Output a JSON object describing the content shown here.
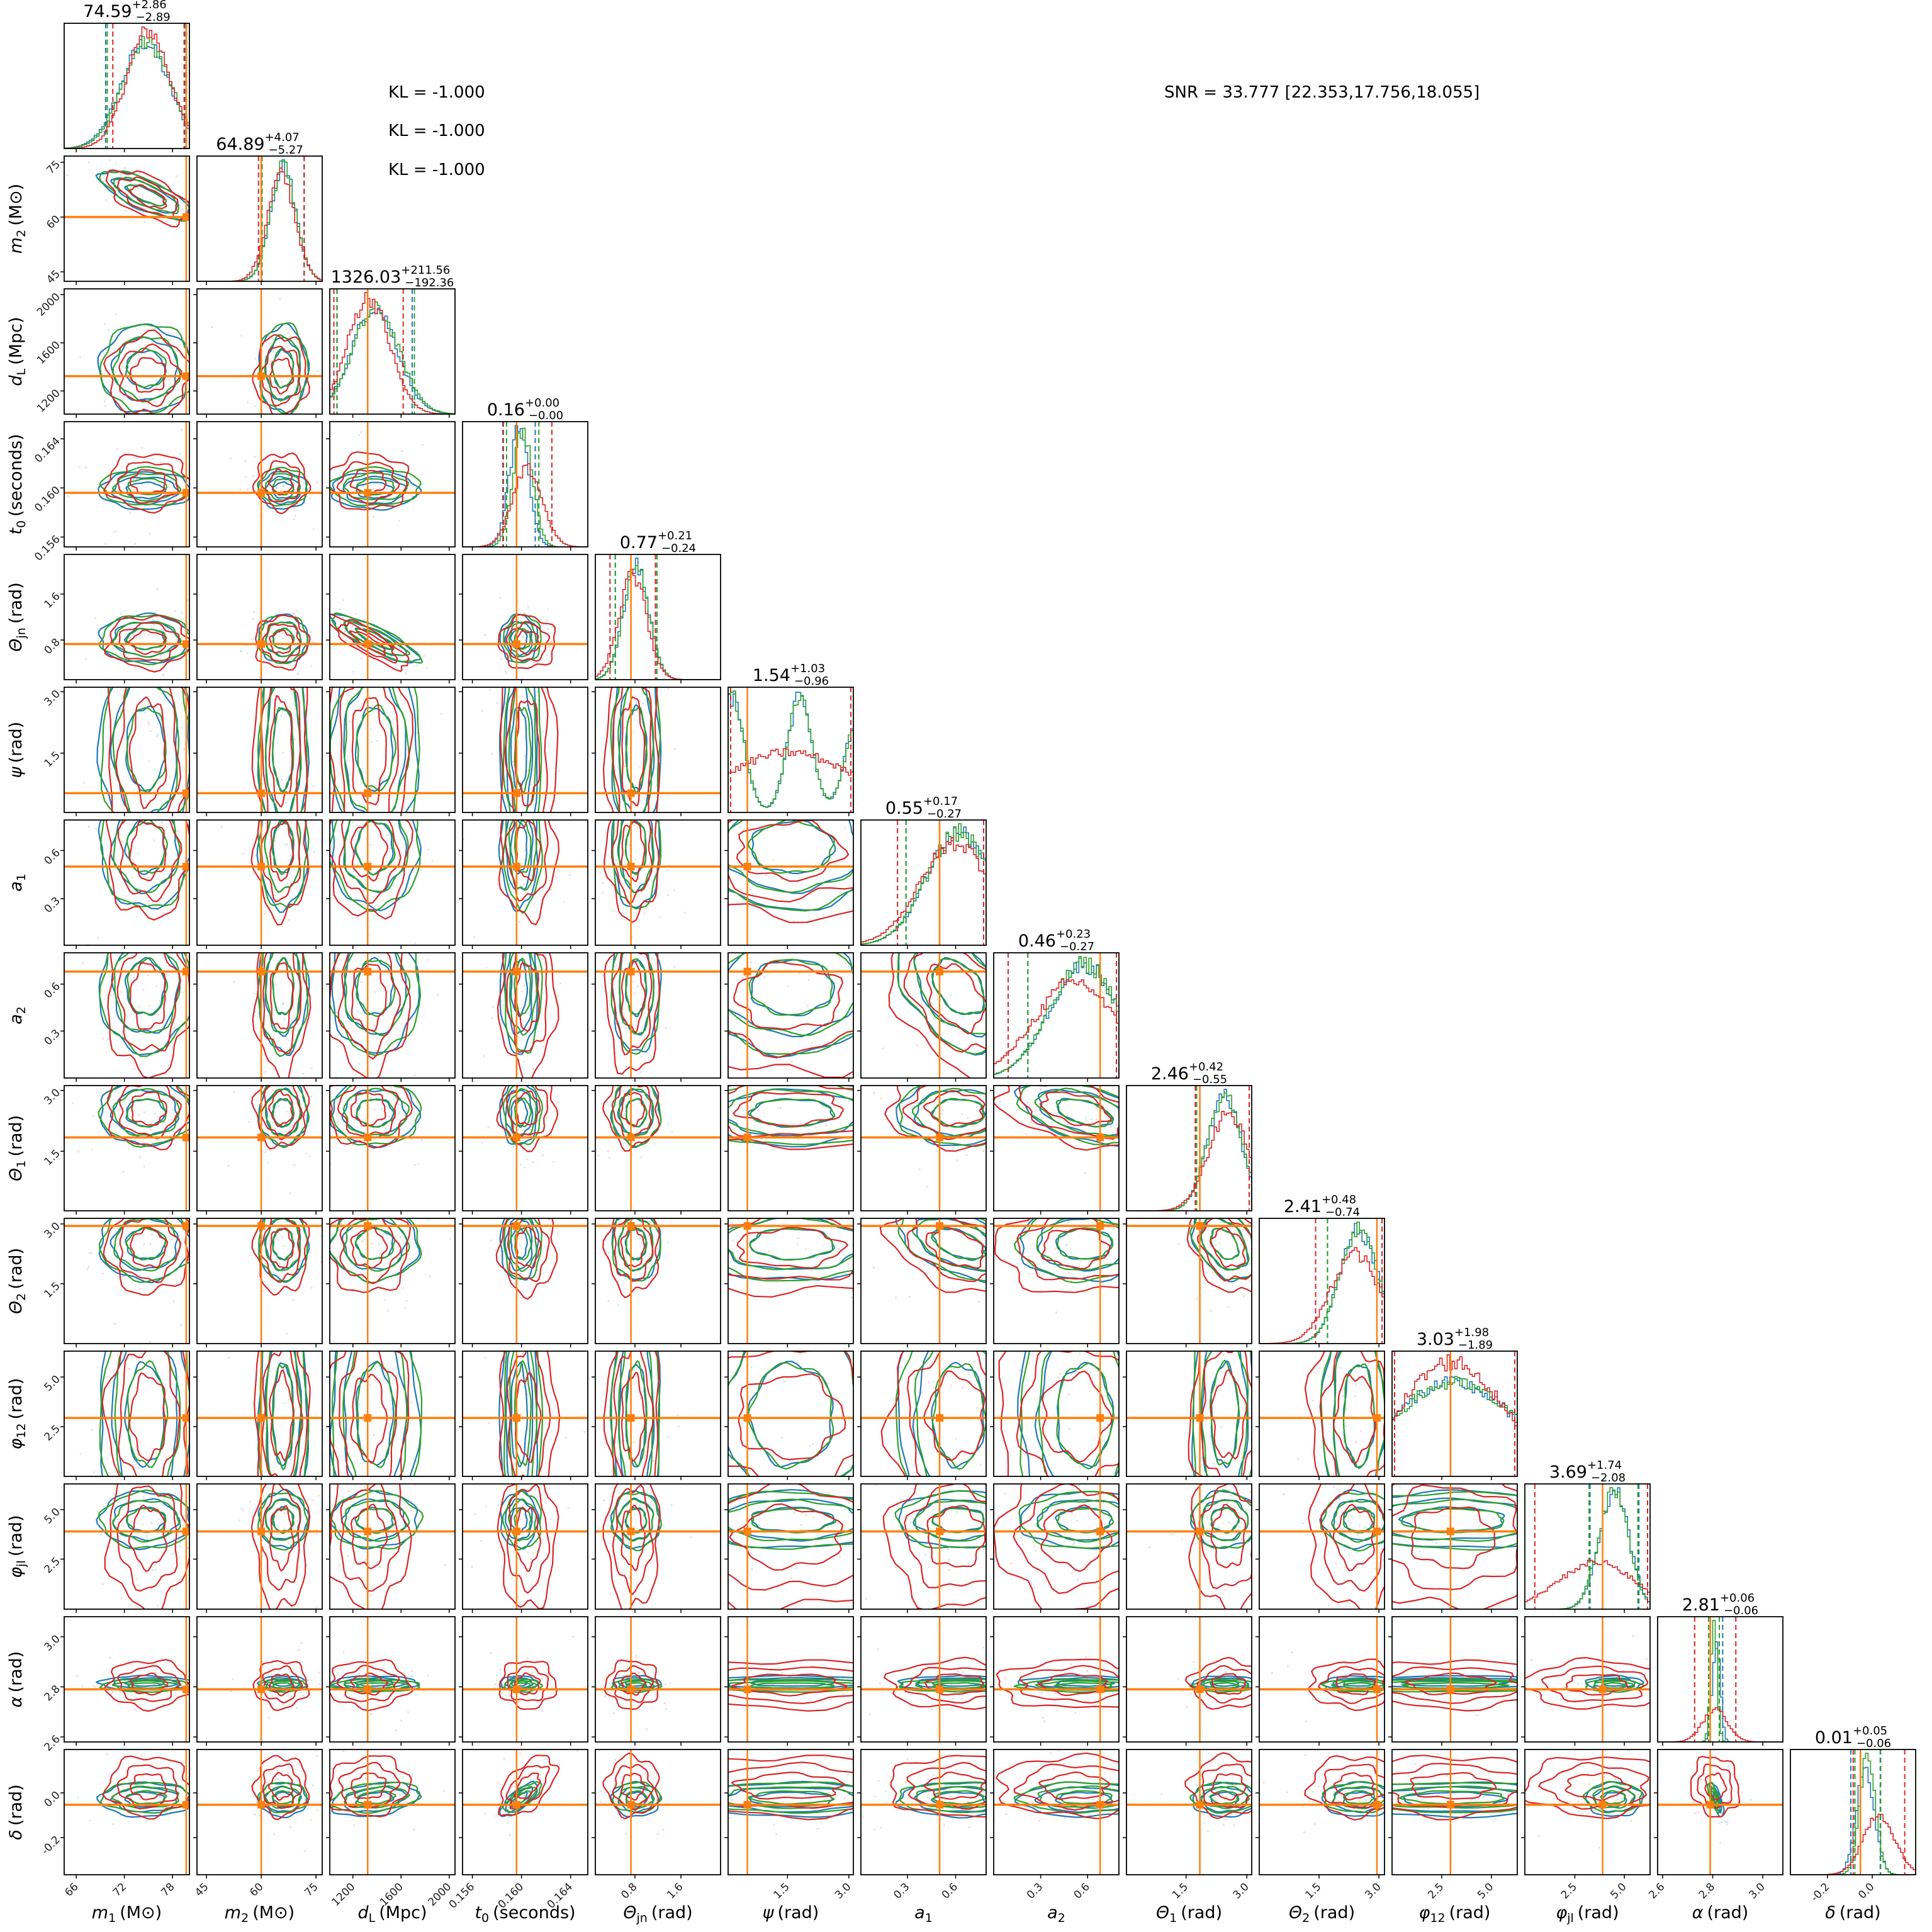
{
  "chart_data": {
    "type": "corner",
    "annotations": {
      "kl": [
        "KL = -1.000",
        "KL = -1.000",
        "KL = -1.000"
      ],
      "snr": "SNR = 33.777 [22.353,17.756,18.055]"
    },
    "series": [
      {
        "color": "#1f77b4"
      },
      {
        "color": "#2ca02c"
      },
      {
        "color": "#d62728"
      }
    ],
    "truth_color": "#ff7f0e",
    "parameters": [
      {
        "sym": "m",
        "sub": "1",
        "unit": "(M⊙)",
        "range": [
          64.5,
          80.1
        ],
        "ticks": [
          "66",
          "72",
          "78"
        ],
        "truth": 79.7,
        "title": {
          "value": "74.59",
          "plus": "+2.86",
          "minus": "−2.89"
        },
        "dist": [
          [
            [
              74.6,
              3.0,
              1
            ]
          ],
          [
            [
              74.8,
              3.0,
              1
            ]
          ],
          [
            [
              75.0,
              2.7,
              1
            ]
          ]
        ]
      },
      {
        "sym": "m",
        "sub": "2",
        "unit": "(M⊙)",
        "range": [
          42.4,
          76.7
        ],
        "ticks": [
          "45",
          "60",
          "75"
        ],
        "truth": 60,
        "title": {
          "value": "64.89",
          "plus": "+4.07",
          "minus": "−5.27"
        },
        "dist": [
          [
            [
              66.0,
              3.5,
              1
            ]
          ],
          [
            [
              66.0,
              3.5,
              1
            ]
          ],
          [
            [
              65.5,
              3.8,
              1
            ]
          ]
        ]
      },
      {
        "sym": "d",
        "sub": "L",
        "unit": "(Mpc)",
        "range": [
          1008,
          2048
        ],
        "ticks": [
          "1200",
          "1600",
          "2000"
        ],
        "truth": 1323,
        "title": {
          "value": "1326.03",
          "plus": "+211.56",
          "minus": "−192.36"
        },
        "dist": [
          [
            [
              1380,
              190,
              1
            ]
          ],
          [
            [
              1390,
              195,
              1
            ]
          ],
          [
            [
              1330,
              175,
              1
            ]
          ]
        ]
      },
      {
        "sym": "t",
        "sub": "0",
        "unit": "(seconds)",
        "range": [
          0.1552,
          0.1654
        ],
        "ticks": [
          "0.156",
          "0.160",
          "0.164"
        ],
        "truth": 0.1596,
        "title": {
          "value": "0.16",
          "plus": "+0.00",
          "minus": "−0.00"
        },
        "dist": [
          [
            [
              0.1598,
              0.0008,
              1
            ]
          ],
          [
            [
              0.1601,
              0.0008,
              1
            ]
          ],
          [
            [
              0.1605,
              0.0012,
              1
            ]
          ]
        ]
      },
      {
        "sym": "Θ",
        "sub": "jn",
        "unit": "(rad)",
        "range": [
          0.11,
          2.29
        ],
        "ticks": [
          "0.8",
          "1.6"
        ],
        "truth": 0.73,
        "title": {
          "value": "0.77",
          "plus": "+0.21",
          "minus": "−0.24"
        },
        "dist": [
          [
            [
              0.82,
              0.22,
              1
            ]
          ],
          [
            [
              0.82,
              0.22,
              1
            ]
          ],
          [
            [
              0.76,
              0.24,
              1
            ]
          ]
        ]
      },
      {
        "sym": "ψ",
        "sub": "",
        "unit": "(rad)",
        "range": [
          0.05,
          3.11
        ],
        "ticks": [
          "1.5",
          "3.0"
        ],
        "truth": 0.52,
        "title": {
          "value": "1.54",
          "plus": "+1.03",
          "minus": "−0.96"
        },
        "dist": [
          [
            [
              0.15,
              0.3,
              1
            ],
            [
              1.8,
              0.3,
              1
            ],
            [
              3.2,
              0.3,
              0.8
            ]
          ],
          [
            [
              0.15,
              0.3,
              1
            ],
            [
              1.8,
              0.3,
              1
            ],
            [
              3.2,
              0.3,
              0.8
            ]
          ],
          [
            [
              1.55,
              1.6,
              1
            ]
          ]
        ]
      },
      {
        "sym": "a",
        "sub": "1",
        "unit": "",
        "range": [
          0.01,
          0.79
        ],
        "ticks": [
          "0.3",
          "0.6"
        ],
        "truth": 0.5,
        "title": {
          "value": "0.55",
          "plus": "+0.17",
          "minus": "−0.27"
        },
        "dist": [
          [
            [
              0.62,
              0.2,
              1
            ]
          ],
          [
            [
              0.62,
              0.2,
              1
            ]
          ],
          [
            [
              0.6,
              0.22,
              1
            ]
          ]
        ]
      },
      {
        "sym": "a",
        "sub": "2",
        "unit": "",
        "range": [
          0.0,
          0.8
        ],
        "ticks": [
          "0.3",
          "0.6"
        ],
        "truth": 0.68,
        "title": {
          "value": "0.46",
          "plus": "+0.23",
          "minus": "−0.27"
        },
        "dist": [
          [
            [
              0.58,
              0.22,
              1
            ]
          ],
          [
            [
              0.58,
              0.22,
              1
            ]
          ],
          [
            [
              0.52,
              0.26,
              1
            ]
          ]
        ]
      },
      {
        "sym": "Θ",
        "sub": "1",
        "unit": "(rad)",
        "range": [
          0.03,
          3.12
        ],
        "ticks": [
          "1.5",
          "3.0"
        ],
        "truth": 1.84,
        "title": {
          "value": "2.46",
          "plus": "+0.42",
          "minus": "−0.55"
        },
        "dist": [
          [
            [
              2.45,
              0.42,
              1
            ]
          ],
          [
            [
              2.45,
              0.42,
              1
            ]
          ],
          [
            [
              2.55,
              0.5,
              1
            ]
          ]
        ]
      },
      {
        "sym": "Θ",
        "sub": "2",
        "unit": "(rad)",
        "range": [
          0.0,
          3.14
        ],
        "ticks": [
          "1.5",
          "3.0"
        ],
        "truth": 2.95,
        "title": {
          "value": "2.41",
          "plus": "+0.48",
          "minus": "−0.74"
        },
        "dist": [
          [
            [
              2.5,
              0.48,
              1
            ]
          ],
          [
            [
              2.5,
              0.48,
              1
            ]
          ],
          [
            [
              2.4,
              0.6,
              1
            ]
          ]
        ]
      },
      {
        "sym": "φ",
        "sub": "12",
        "unit": "(rad)",
        "range": [
          0.0,
          6.3
        ],
        "ticks": [
          "2.5",
          "5.0"
        ],
        "truth": 2.94,
        "title": {
          "value": "3.03",
          "plus": "+1.98",
          "minus": "−1.89"
        },
        "dist": [
          [
            [
              3.1,
              3.2,
              1
            ]
          ],
          [
            [
              3.1,
              3.2,
              1
            ]
          ],
          [
            [
              3.0,
              2.6,
              1
            ]
          ]
        ]
      },
      {
        "sym": "φ",
        "sub": "jl",
        "unit": "(rad)",
        "range": [
          -0.03,
          6.3
        ],
        "ticks": [
          "2.5",
          "5.0"
        ],
        "truth": 3.9,
        "title": {
          "value": "3.69",
          "plus": "+1.74",
          "minus": "−2.08"
        },
        "dist": [
          [
            [
              4.5,
              0.75,
              1
            ]
          ],
          [
            [
              4.45,
              0.75,
              1
            ]
          ],
          [
            [
              3.6,
              1.9,
              1
            ]
          ]
        ]
      },
      {
        "sym": "α",
        "sub": "",
        "unit": "(rad)",
        "range": [
          2.58,
          3.08
        ],
        "ticks": [
          "2.6",
          "2.8",
          "3.0"
        ],
        "truth": 2.79,
        "title": {
          "value": "2.81",
          "plus": "+0.06",
          "minus": "−0.06"
        },
        "dist": [
          [
            [
              2.815,
              0.015,
              1
            ]
          ],
          [
            [
              2.805,
              0.013,
              1
            ]
          ],
          [
            [
              2.81,
              0.05,
              1
            ]
          ]
        ]
      },
      {
        "sym": "δ",
        "sub": "",
        "unit": "(rad)",
        "range": [
          -0.366,
          0.194
        ],
        "ticks": [
          "-0.2",
          "0.0"
        ],
        "truth": -0.053,
        "title": {
          "value": "0.01",
          "plus": "+0.05",
          "minus": "−0.06"
        },
        "dist": [
          [
            [
              -0.03,
              0.04,
              1
            ]
          ],
          [
            [
              -0.02,
              0.035,
              1
            ]
          ],
          [
            [
              0.03,
              0.07,
              1
            ]
          ]
        ]
      }
    ],
    "correlations": [
      {
        "a": 0,
        "b": 1,
        "rho": [
          -0.75,
          -0.75,
          -0.6
        ]
      },
      {
        "a": 2,
        "b": 4,
        "rho": [
          -0.85,
          -0.85,
          -0.85
        ]
      },
      {
        "a": 3,
        "b": 13,
        "rho": [
          0.75,
          0.75,
          0.55
        ]
      },
      {
        "a": 12,
        "b": 13,
        "rho": [
          -0.7,
          -0.7,
          -0.1
        ]
      },
      {
        "a": 6,
        "b": 7,
        "rho": [
          -0.4,
          -0.4,
          -0.4
        ]
      },
      {
        "a": 6,
        "b": 9,
        "rho": [
          -0.5,
          -0.5,
          -0.4
        ]
      },
      {
        "a": 7,
        "b": 8,
        "rho": [
          -0.5,
          -0.5,
          -0.4
        ]
      },
      {
        "a": 8,
        "b": 9,
        "rho": [
          -0.4,
          -0.4,
          -0.3
        ]
      },
      {
        "a": 2,
        "b": 13,
        "rho": [
          0.3,
          0.3,
          0.1
        ]
      }
    ]
  }
}
